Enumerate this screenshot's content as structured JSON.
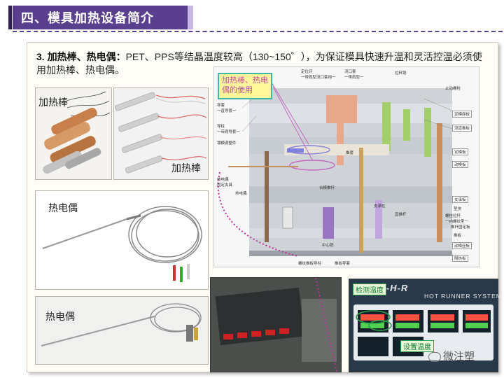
{
  "header": {
    "title": "四、模具加热设备简介"
  },
  "intro": {
    "lead": "3. 加热棒、热电偶：",
    "text": "PET、PPS等结晶温度较高（130~150゜），为保证模具快速升温和灵活控温必须使用加热棒、热电偶。"
  },
  "photos": {
    "heater1_label": "加热棒",
    "heater2_label": "加热棒",
    "thermocouple1_label": "热电偶",
    "thermocouple2_label": "热电偶"
  },
  "diagram": {
    "callout": "加热棒、热电偶的使用",
    "labels": {
      "l1": "定位环\n一带肩型浇口套用一",
      "l2": "浇口套\n一带肩型一",
      "l3": "拉料销",
      "l4": "止动螺栓",
      "l5": "导套\n一直导套一",
      "l6": "导柱\n一带肩导套一",
      "l7": "镶模调整件",
      "l8": "热电偶\n固定夹具",
      "l9": "热电偶",
      "l10": "推套",
      "l11": "合模推杆",
      "l12": "支承柱",
      "l13": "直推杆",
      "l14": "中心销",
      "l15": "螺纹推板导柱",
      "l16": "推板导套",
      "r1": "定模座板",
      "r2": "流道推板",
      "r3": "定模板",
      "r4": "动模板",
      "r5": "支承板",
      "r6": "垫块",
      "r7": "螺栓拉杆\n一内螺纹型一",
      "r8": "推杆固定板",
      "r9": "推板",
      "r10": "动模座板",
      "r11": "隔热板"
    }
  },
  "controller": {
    "brand": "M-H-R",
    "title": "HOT RUNNER SYSTEM",
    "tag_detect": "检测温度",
    "tag_set": "设置温度"
  },
  "watermark": "微注塑",
  "colors": {
    "header": "#5b3f8f",
    "callout_border": "#3fb7a5",
    "dotted": "#c0309c"
  }
}
